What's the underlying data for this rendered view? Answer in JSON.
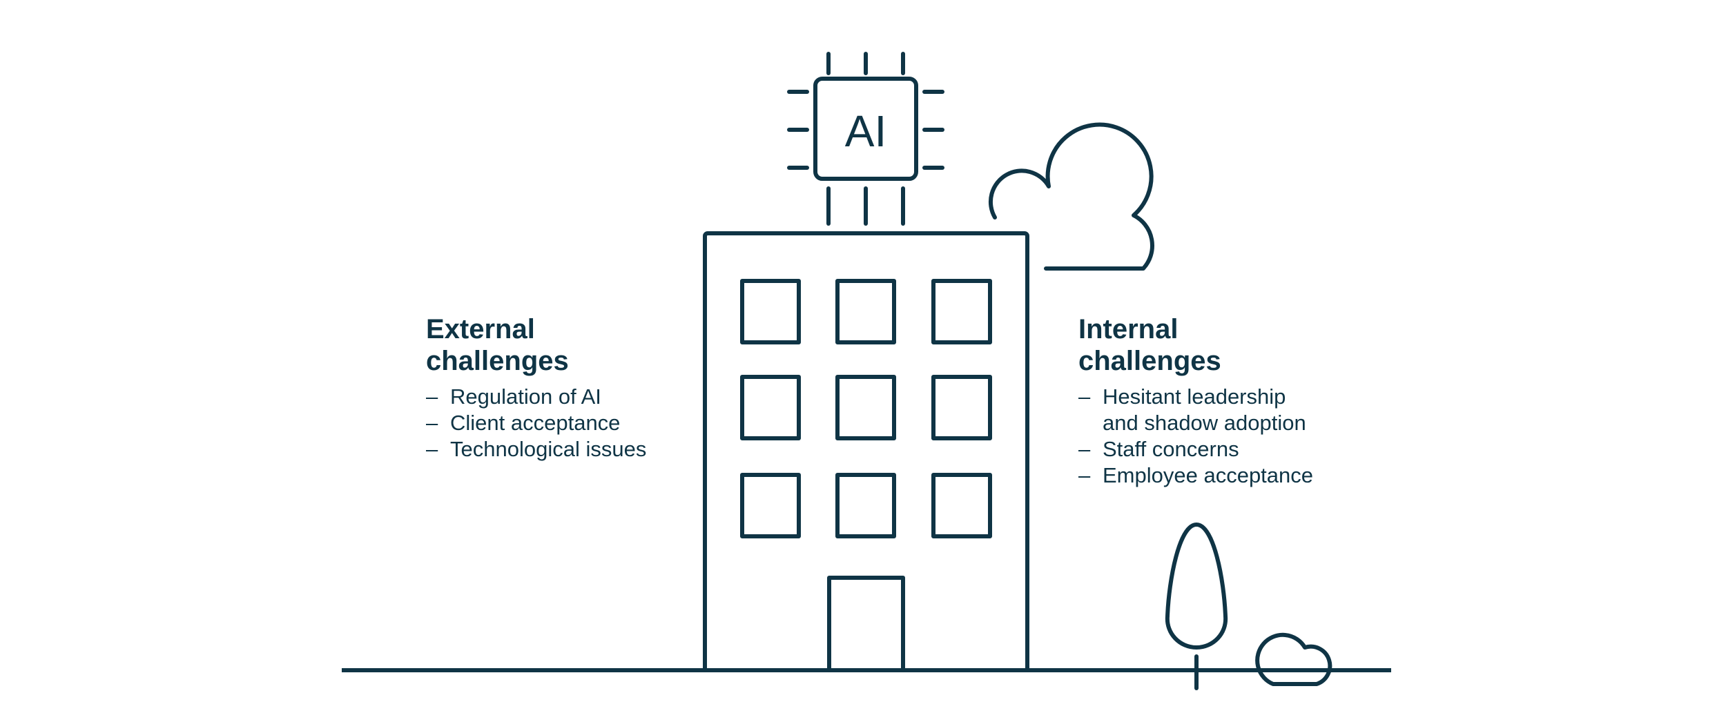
{
  "colors": {
    "stroke": "#0f3445",
    "background": "#ffffff"
  },
  "chip": {
    "label": "AI",
    "icon": "chip-icon"
  },
  "external": {
    "title_line1": "External",
    "title_line2": "challenges",
    "items": [
      {
        "dash": "–",
        "line1": "Regulation of AI"
      },
      {
        "dash": "–",
        "line1": "Client acceptance"
      },
      {
        "dash": "–",
        "line1": "Technological issues"
      }
    ]
  },
  "internal": {
    "title_line1": "Internal",
    "title_line2": "challenges",
    "items": [
      {
        "dash": "–",
        "line1": "Hesitant leadership",
        "line2": "and shadow adoption"
      },
      {
        "dash": "–",
        "line1": "Staff concerns"
      },
      {
        "dash": "–",
        "line1": "Employee acceptance"
      }
    ]
  },
  "icons": [
    "building-icon",
    "chip-icon",
    "cloud-icon",
    "tree-icon",
    "bush-icon"
  ]
}
